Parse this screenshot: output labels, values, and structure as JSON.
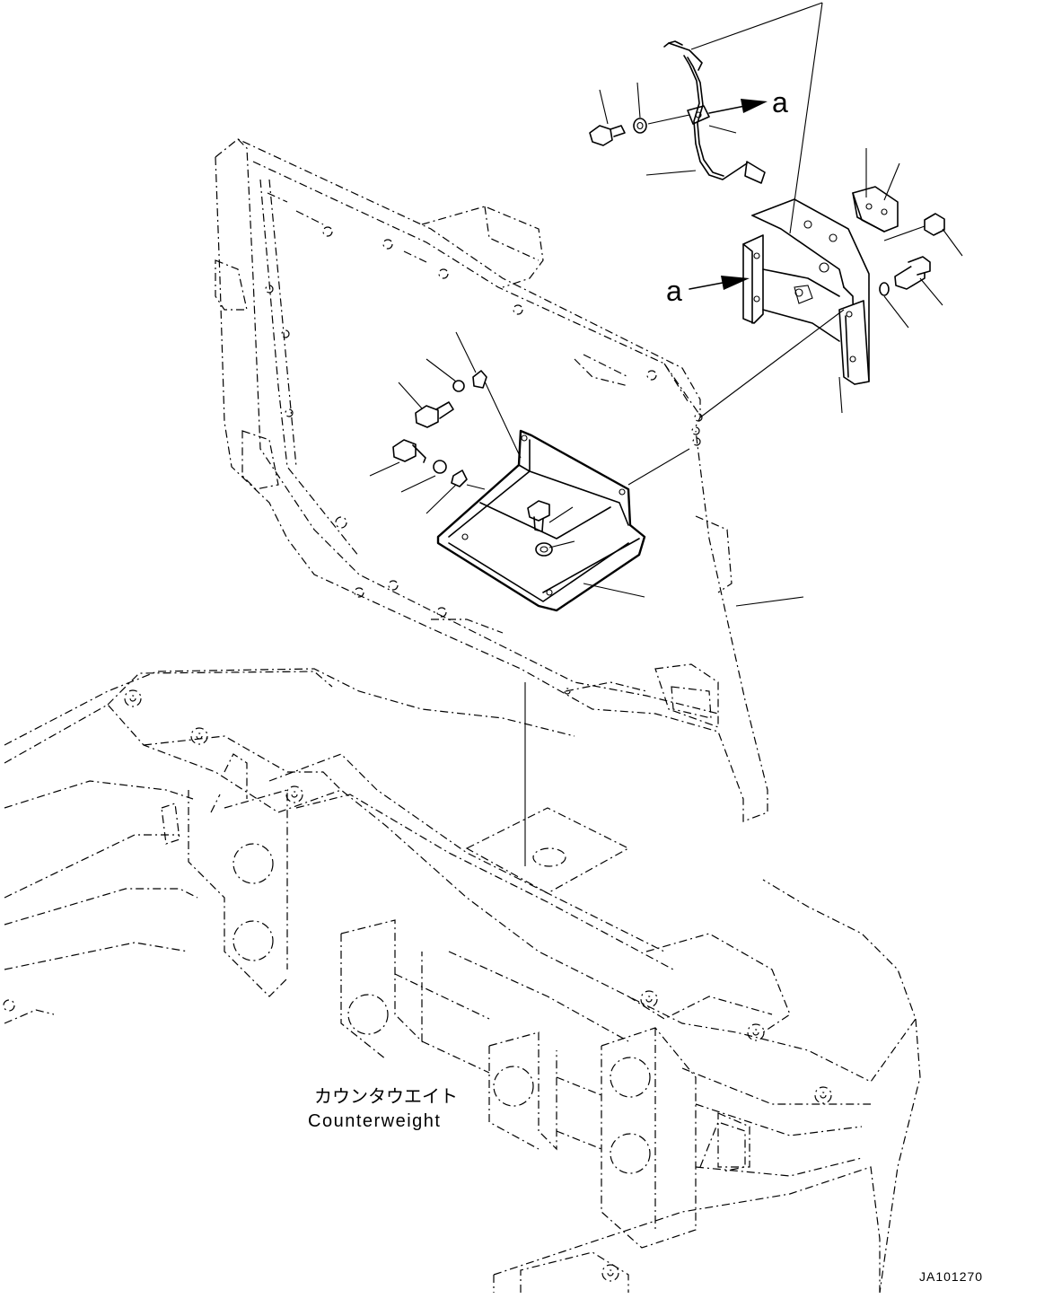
{
  "labels": {
    "counterweight_ja": "カウンタウエイト",
    "counterweight_en": "Counterweight",
    "detail_marker_top": "a",
    "detail_marker_left": "a",
    "drawing_code": "JA101270"
  }
}
